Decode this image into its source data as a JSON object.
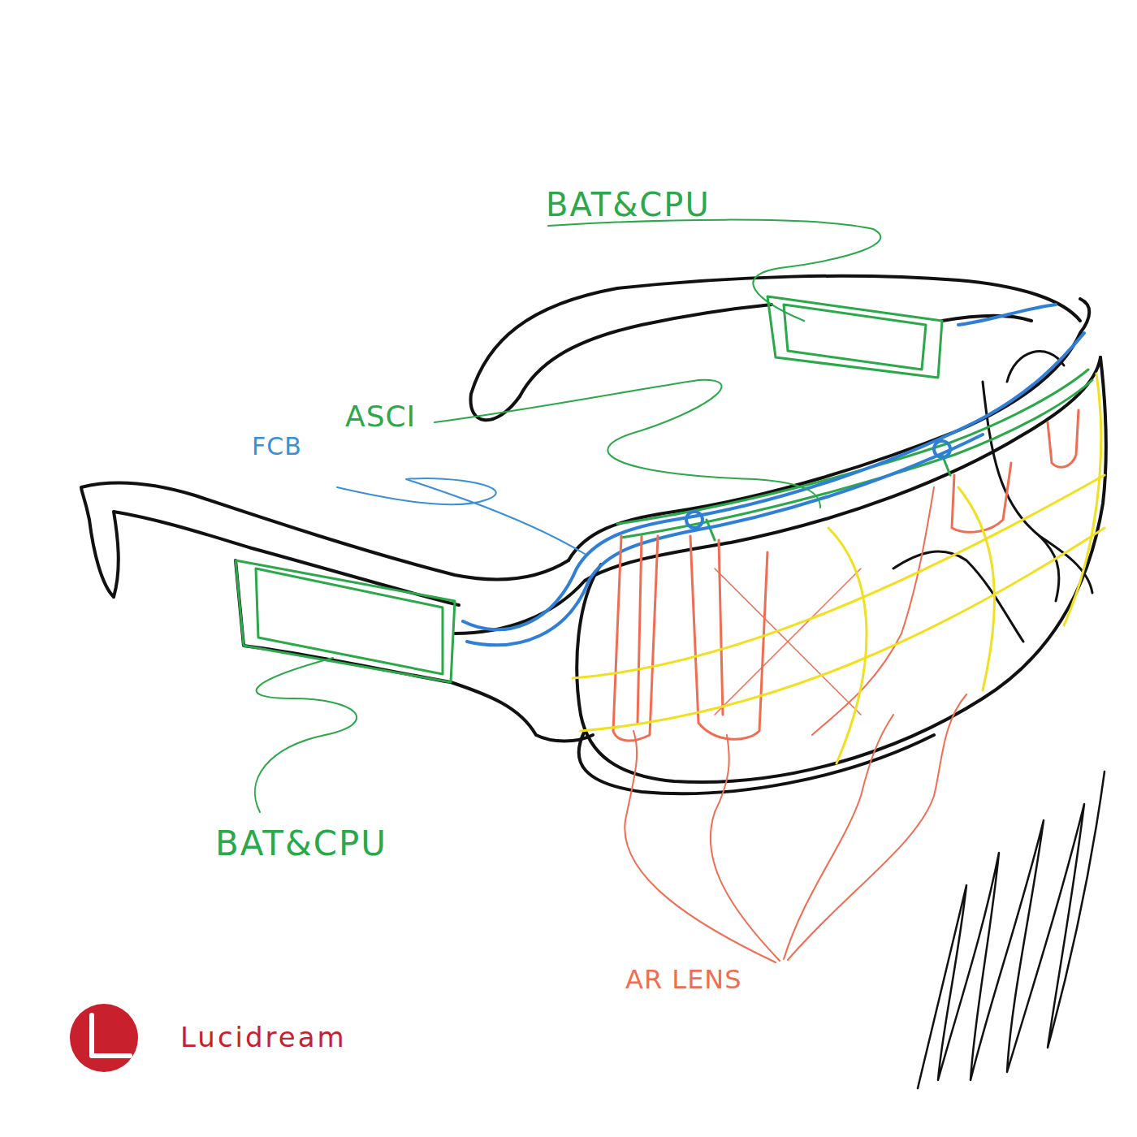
{
  "diagram": {
    "labels": [
      "BAT&CPU",
      "ASCI",
      "FCB",
      "BAT&CPU",
      "AR LENS",
      "Lucidream"
    ]
  }
}
